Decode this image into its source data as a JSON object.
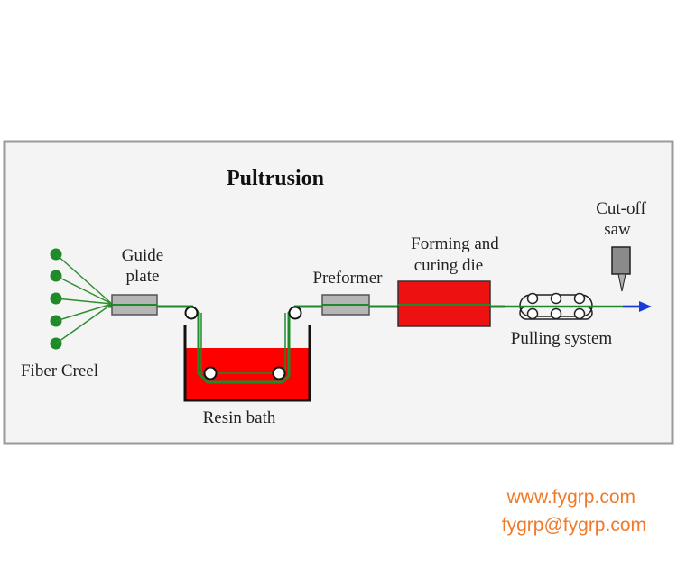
{
  "title": "Pultrusion",
  "labels": {
    "fiber_creel": "Fiber Creel",
    "guide_plate_1": "Guide",
    "guide_plate_2": "plate",
    "resin_bath": "Resin bath",
    "preformer": "Preformer",
    "die_1": "Forming and",
    "die_2": "curing die",
    "cutoff_1": "Cut-off",
    "cutoff_2": "saw",
    "pulling_system": "Pulling system"
  },
  "colors": {
    "fiber": "#2f8f2f",
    "creel_dot": "#1f8a2a",
    "resin": "#ff0000",
    "die": "#ee1111",
    "guide": "#b5b5b5",
    "arrow": "#1a3cd6",
    "watermark": "#f07a2a"
  },
  "watermark": {
    "site": "www.fygrp.com",
    "email": "fygrp@fygrp.com"
  }
}
